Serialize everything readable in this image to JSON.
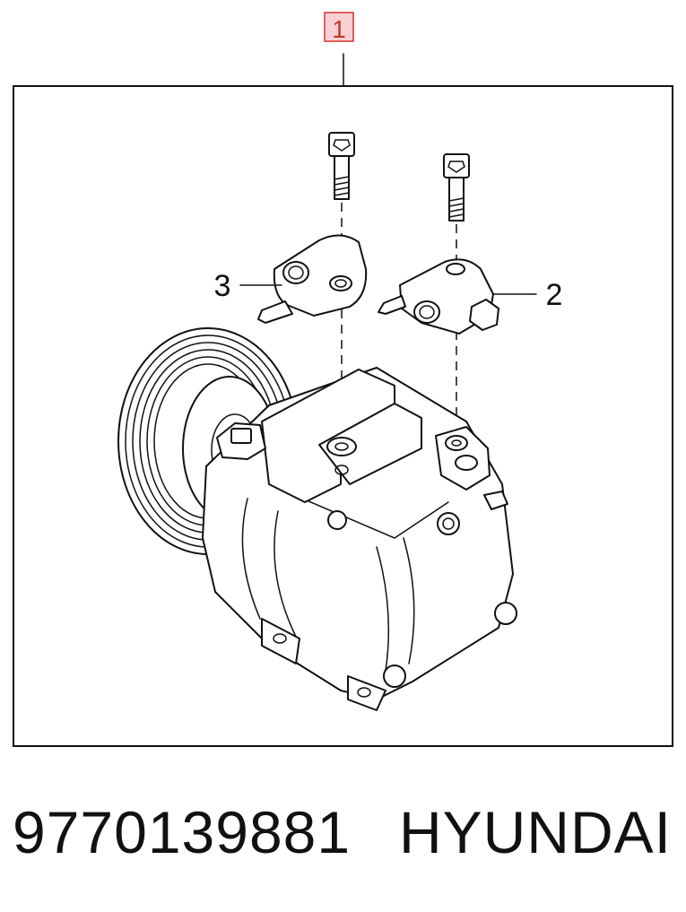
{
  "callouts": {
    "main": "1",
    "fitting_right": "2",
    "fitting_left": "3"
  },
  "caption": {
    "part_number": "9770139881",
    "brand": "HYUNDAI"
  },
  "colors": {
    "callout_highlight_fill": "#f7d0d4",
    "callout_highlight_border": "#d9302f",
    "line": "#111111"
  }
}
